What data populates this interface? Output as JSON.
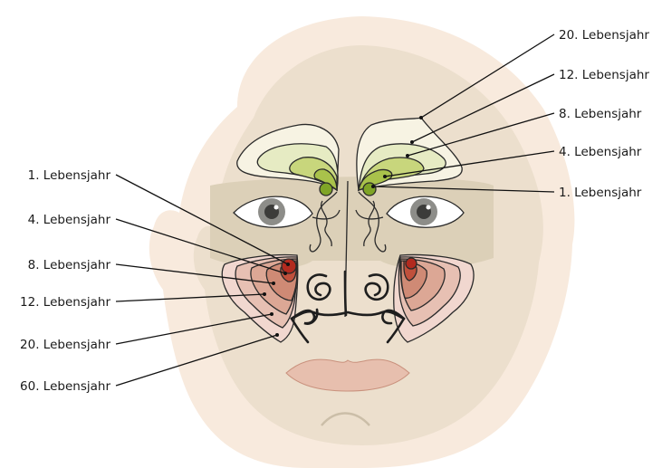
{
  "left_labels": [
    "1. Lebensjahr",
    "4. Lebensjahr",
    "8. Lebensjahr",
    "12. Lebensjahr",
    "20. Lebensjahr",
    "60. Lebensjahr"
  ],
  "right_labels": [
    "20. Lebensjahr",
    "12. Lebensjahr",
    "8. Lebensjahr",
    "4. Lebensjahr",
    "1. Lebensjahr"
  ],
  "colors": {
    "head_outer": "#f8eadd",
    "head_inner": "#ecdfcd",
    "eye_band": "#dcd0b8",
    "frontal_sinus": [
      "#f7f3e3",
      "#e6ebc3",
      "#c8d67c",
      "#a9c24b",
      "#7fa427"
    ],
    "maxillary_sinus": [
      "#f1d7cf",
      "#e7c0b3",
      "#dca795",
      "#cf8a75",
      "#c0503c",
      "#b22a1f"
    ],
    "lips": "#e7bfae"
  }
}
